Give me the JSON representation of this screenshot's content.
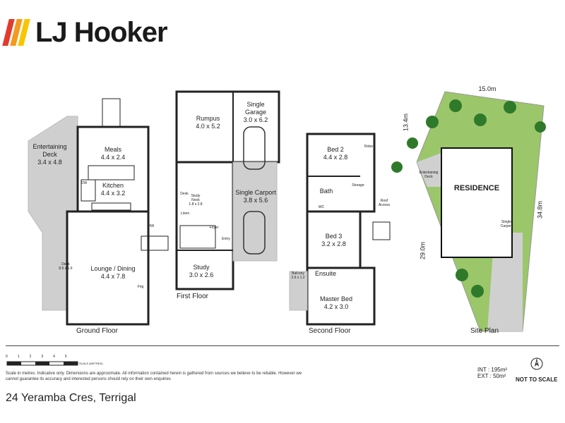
{
  "brand": {
    "name": "LJ Hooker",
    "bar_colors": [
      "#e23b2e",
      "#f39a1f",
      "#f7c600"
    ]
  },
  "ground_floor": {
    "title": "Ground Floor",
    "rooms": {
      "deck_ent": [
        "Entertaining",
        "Deck",
        "3.4 x 4.8"
      ],
      "meals": [
        "Meals",
        "4.4 x 2.4"
      ],
      "kitchen": [
        "Kitchen",
        "4.4 x 3.2"
      ],
      "lounge": [
        "Lounge / Dining",
        "4.4 x 7.8"
      ],
      "deck_side": [
        "Deck",
        "8.6 x 1.6"
      ],
      "dw": "DW",
      "hw": "HW",
      "frig": "Frig"
    }
  },
  "first_floor": {
    "title": "First Floor",
    "rooms": {
      "rumpus": [
        "Rumpus",
        "4.0 x 5.2"
      ],
      "garage": [
        "Single",
        "Garage",
        "3.0 x 6.2"
      ],
      "carport": [
        "Single Carport",
        "3.8 x 5.6"
      ],
      "desk": "Desk",
      "study_nook": [
        "Study",
        "Nook",
        "1.8 x 2.8"
      ],
      "linen": "Linen",
      "foyer": "Foyer",
      "study": [
        "Study",
        "3.0 x 2.6"
      ],
      "entry": "Entry"
    }
  },
  "second_floor": {
    "title": "Second Floor",
    "rooms": {
      "bed2": [
        "Bed 2",
        "4.4 x 2.8"
      ],
      "robe": "Robe",
      "bath": "Bath",
      "storage": "Storage",
      "wc": "WC",
      "roof_access": [
        "Roof",
        "Access"
      ],
      "bed3": [
        "Bed 3",
        "3.2 x 2.8"
      ],
      "ensuite": "Ensuite",
      "balcony": [
        "Balcony",
        "3.6 x 1.2"
      ],
      "master": [
        "Master Bed",
        "4.2 x 3.0"
      ]
    }
  },
  "site_plan": {
    "title": "Site Plan",
    "residence": "RESIDENCE",
    "dims": {
      "top": "15.0m",
      "left": "13.4m",
      "right": "34.8m",
      "bottom_left": "29.0m"
    },
    "deck": [
      "Entertaining",
      "Deck"
    ],
    "carport": [
      "Single",
      "Carport"
    ]
  },
  "scale": {
    "ticks": [
      "0",
      "1",
      "2",
      "3",
      "4",
      "5"
    ],
    "unit": "SCALE (METRES)"
  },
  "disclaimer": "Scale in metres. Indicative only. Dimensions are approximate. All information contained herein is gathered from sources we believe to be reliable. However we cannot guarantee its accuracy and interested persons should rely on their own enquiries",
  "area": {
    "int": "INT : 195m²",
    "ext": "EXT : 50m²"
  },
  "compass": "N",
  "not_to_scale": "NOT TO SCALE",
  "address": "24 Yeramba Cres, Terrigal"
}
